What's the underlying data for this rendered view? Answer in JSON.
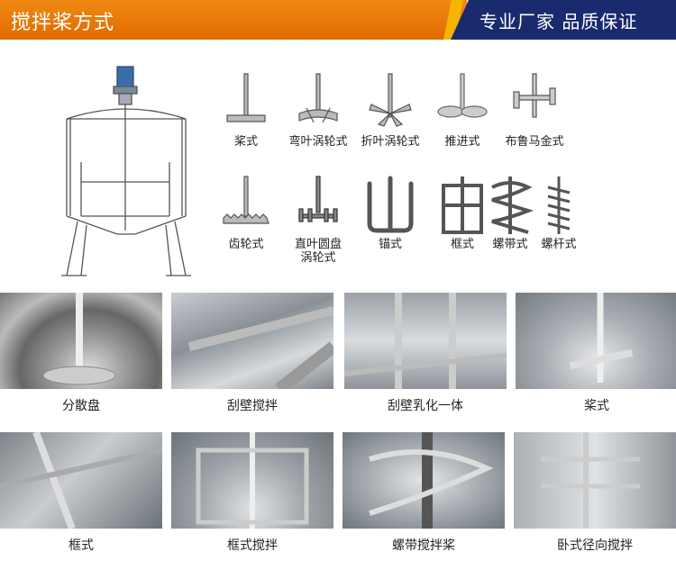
{
  "header": {
    "title": "搅拌桨方式",
    "slogan": "专业厂家  品质保证",
    "colors": {
      "orange": "#f07a0a",
      "navy": "#1a2a6e",
      "accent": "#f5b400"
    }
  },
  "agitators": [
    {
      "label": "桨式",
      "icon": "paddle-impeller-icon"
    },
    {
      "label": "弯叶涡轮式",
      "icon": "curved-blade-turbine-icon"
    },
    {
      "label": "折叶涡轮式",
      "icon": "pitched-blade-turbine-icon"
    },
    {
      "label": "推进式",
      "icon": "propeller-icon"
    },
    {
      "label": "布鲁马金式",
      "icon": "brumagin-impeller-icon"
    },
    {
      "label": "齿轮式",
      "icon": "toothed-disc-icon"
    },
    {
      "label": "直叶圆盘",
      "label2": "涡轮式",
      "icon": "disc-turbine-icon"
    },
    {
      "label": "锚式",
      "icon": "anchor-impeller-icon"
    },
    {
      "label": "框式",
      "icon": "frame-impeller-icon"
    },
    {
      "label": "螺带式",
      "icon": "helical-ribbon-icon"
    },
    {
      "label": "螺杆式",
      "icon": "screw-impeller-icon"
    }
  ],
  "photos": [
    {
      "caption": "分散盘"
    },
    {
      "caption": "刮壁搅拌"
    },
    {
      "caption": "刮壁乳化一体"
    },
    {
      "caption": "桨式"
    },
    {
      "caption": "框式"
    },
    {
      "caption": "框式搅拌"
    },
    {
      "caption": "螺带搅拌桨"
    },
    {
      "caption": "卧式径向搅拌"
    }
  ]
}
